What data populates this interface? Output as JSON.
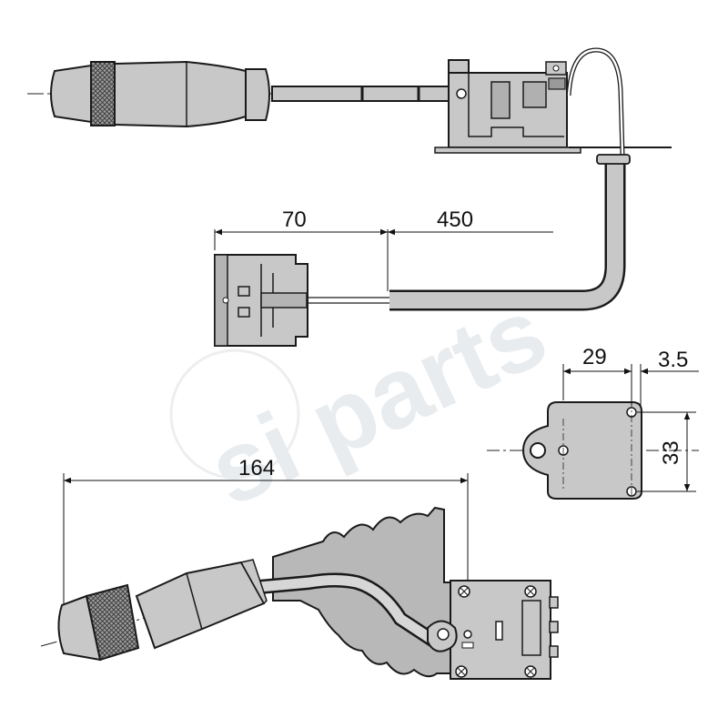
{
  "dimensions": {
    "connector_length": "70",
    "cable_length": "450",
    "mount_width": "29",
    "mount_offset": "3.5",
    "mount_height": "33",
    "lever_length": "164"
  },
  "watermark": {
    "brand": "si parts"
  },
  "colors": {
    "part_fill": "#c8c8c8",
    "part_dark": "#8a8a8a",
    "outline": "#1a1a1a",
    "watermark": "#e9ecef"
  }
}
